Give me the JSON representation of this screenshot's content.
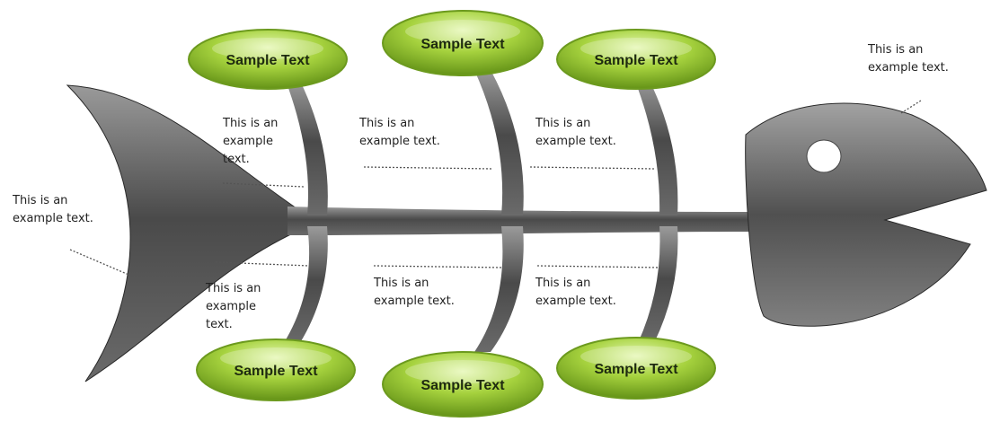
{
  "diagram": {
    "colors": {
      "body_dark": "#3e3e3e",
      "body_light": "#9a9a9a",
      "bubble_light": "#d8f29a",
      "bubble_mid": "#95c52e",
      "bubble_dark": "#5b8a12",
      "bubble_text": "#1e2a10",
      "eye": "#ffffff"
    },
    "bubbles": {
      "top_left": "Sample Text",
      "top_mid": "Sample Text",
      "top_right": "Sample Text",
      "bottom_left": "Sample Text",
      "bottom_mid": "Sample Text",
      "bottom_right": "Sample Text"
    },
    "notes": {
      "tail": "This is an example text.",
      "head": "This is an example text.",
      "upper_left": "This is an example text.",
      "upper_mid": "This is an example text.",
      "upper_right": "This is an example text.",
      "lower_left": "This is an example text.",
      "lower_mid": "This is an example text.",
      "lower_right": "This is an example text."
    }
  }
}
